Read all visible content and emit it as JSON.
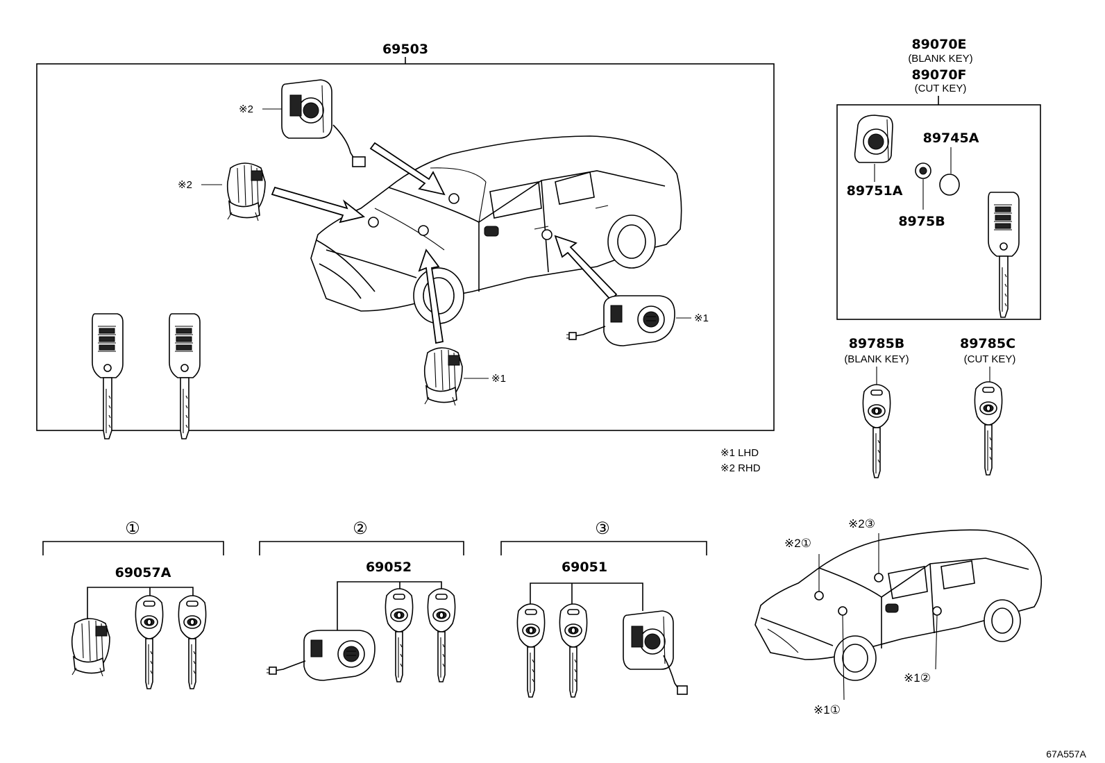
{
  "labels": {
    "kit_main": "69503",
    "kit_right_top": "89070E",
    "kit_right_top_sub": "(BLANK KEY)",
    "kit_right_bottom": "89070F",
    "kit_right_bottom_sub": "(CUT KEY)",
    "p_89751A": "89751A",
    "p_89745A": "89745A",
    "p_8975B": "8975B",
    "p_89785B": "89785B",
    "p_89785B_sub": "(BLANK KEY)",
    "p_89785C": "89785C",
    "p_89785C_sub": "(CUT KEY)",
    "p_69057A": "69057A",
    "p_69052": "69052",
    "p_69051": "69051",
    "group1": "①",
    "group2": "②",
    "group3": "③",
    "mark1": "※1",
    "mark2": "※2",
    "legend_lhd": "※1 LHD",
    "legend_rhd": "※2 RHD",
    "figure_code": "67A557A"
  },
  "locator": {
    "c_front_left": "※2①",
    "c_roof": "※2③",
    "c_door": "※1②",
    "c_bottom": "※1①"
  }
}
